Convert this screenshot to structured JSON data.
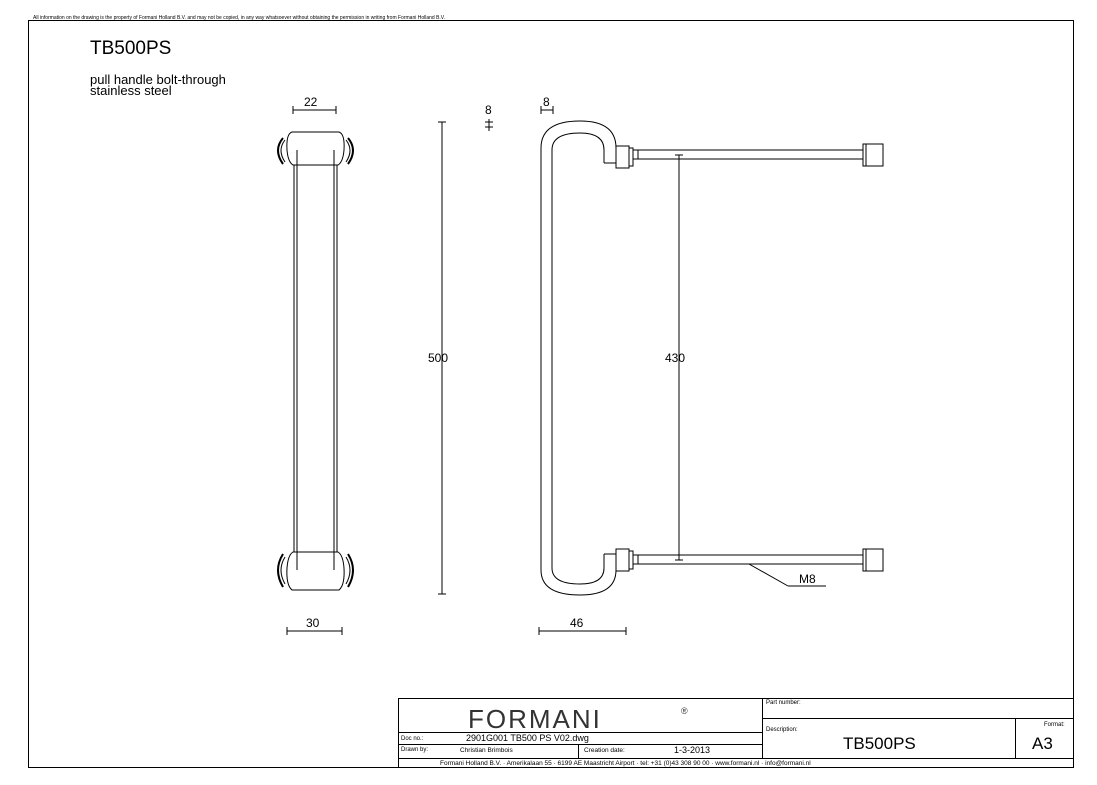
{
  "disclaimer": "All information on the drawing is the property of Formani Holland B.V. and may not be copied, in any way whatsoever without obtaining the permission in writing from Formani Holland B.V.",
  "product": {
    "code": "TB500PS",
    "line1": "pull handle bolt-through",
    "line2": "stainless steel"
  },
  "dimensions": {
    "top_width": "22",
    "bottom_width": "30",
    "length": "500",
    "thickness_left": "8",
    "thickness_right": "8",
    "center_distance": "430",
    "projection": "46",
    "thread": "M8"
  },
  "titleblock": {
    "logo": "FORMANI",
    "registered": "®",
    "part_number_label": "Part number:",
    "description_label": "Description:",
    "description_value": "TB500PS",
    "format_label": "Format:",
    "format_value": "A3",
    "doc_label": "Doc no.:",
    "doc_value": "2901G001 TB500 PS V02.dwg",
    "drawn_label": "Drawn by:",
    "drawn_value": "Christian Brimbois",
    "creation_label": "Creation date:",
    "creation_value": "1-3-2013",
    "footer": "Formani Holland B.V. · Amerikalaan 55 · 6199 AE Maastricht Airport · tel: +31 (0)43 308 90 00 · www.formani.nl · info@formani.nl"
  }
}
